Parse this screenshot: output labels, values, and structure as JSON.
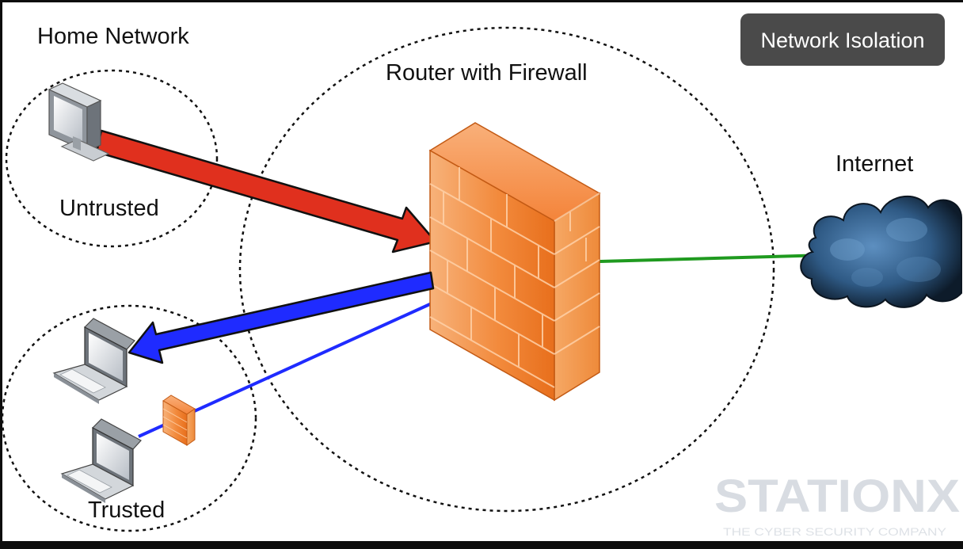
{
  "title_badge": "Network Isolation",
  "labels": {
    "home_network": "Home Network",
    "untrusted": "Untrusted",
    "router": "Router with Firewall",
    "internet": "Internet",
    "trusted": "Trusted"
  },
  "watermark": {
    "brand": "STATIONX",
    "tagline": "THE CYBER SECURITY COMPANY"
  },
  "colors": {
    "untrusted_arrow": "#e0301e",
    "trusted_arrow": "#1f2bff",
    "internet_link": "#1f9a1f",
    "firewall": "#f07a28",
    "cloud": "#3d6a96",
    "badge": "#4a4a4a"
  },
  "icons": [
    "desktop-monitor-icon",
    "laptop-icon",
    "laptop-icon",
    "firewall-wall-icon",
    "small-firewall-icon",
    "internet-cloud-icon"
  ]
}
